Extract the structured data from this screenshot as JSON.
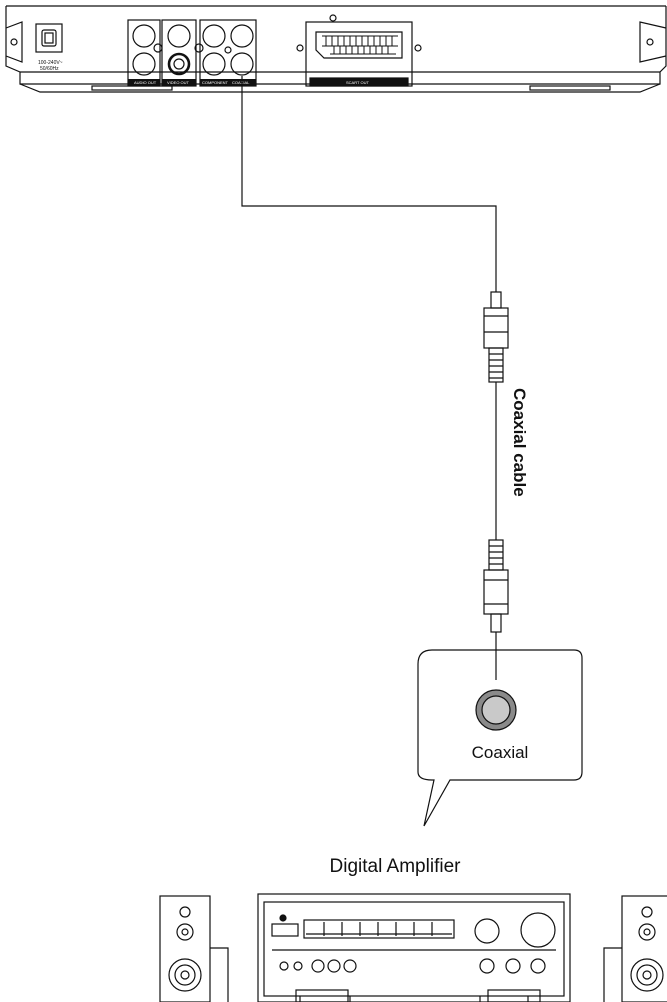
{
  "player": {
    "power_label_1": "100-240V~",
    "power_label_2": "50/60Hz",
    "audio_out_label": "AUDIO OUT",
    "video_out_label": "VIDEO OUT",
    "component_label": "COMPONENT",
    "coaxial_port_label": "COAXIAL",
    "scart_label": "SCART OUT"
  },
  "cable": {
    "label": "Coaxial cable"
  },
  "callout": {
    "label": "Coaxial"
  },
  "amplifier": {
    "title": "Digital Amplifier"
  },
  "colors": {
    "line": "#111111",
    "jack_fill": "#8a8a8a"
  }
}
